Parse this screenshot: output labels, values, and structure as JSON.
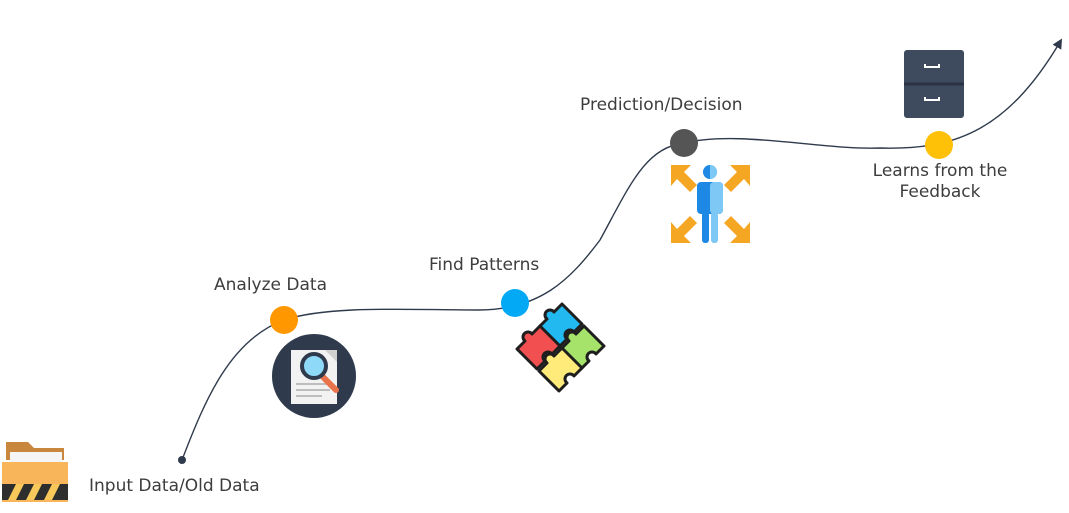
{
  "steps": {
    "input": {
      "label": "Input Data/Old Data",
      "icon": "folder-icon"
    },
    "analyze": {
      "label": "Analyze Data",
      "icon": "magnifier-document-icon",
      "color": "#FF9800"
    },
    "patterns": {
      "label": "Find Patterns",
      "icon": "puzzle-icon",
      "color": "#03A9F4"
    },
    "decision": {
      "label": "Prediction/Decision",
      "icon": "person-arrows-icon",
      "color": "#555555"
    },
    "feedback": {
      "label_line1": "Learns from the",
      "label_line2": "Feedback",
      "icon": "file-cabinet-icon",
      "color": "#FFC107"
    }
  },
  "colors": {
    "path": "#2F3A4C",
    "text": "#3D3D3D"
  }
}
